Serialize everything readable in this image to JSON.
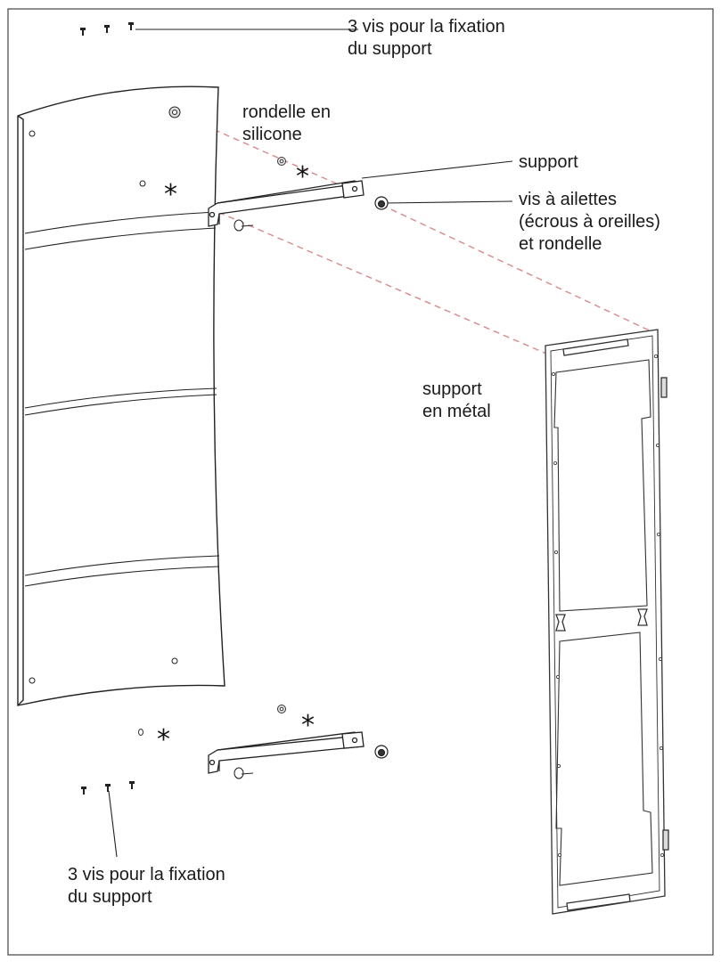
{
  "labels": {
    "top_screws": "3 vis pour la fixation\ndu support",
    "silicone_washer": "rondelle en\nsilicone",
    "bracket": "support",
    "wing_screw": "vis à ailettes\n(écrous à oreilles)\net rondelle",
    "metal_frame": "support\nen métal",
    "bottom_screws": "3 vis pour la fixation\ndu support"
  },
  "star_symbol": "*",
  "colors": {
    "line": "#222222",
    "dashed_guide": "#d9898b",
    "frame_border": "#444444"
  }
}
